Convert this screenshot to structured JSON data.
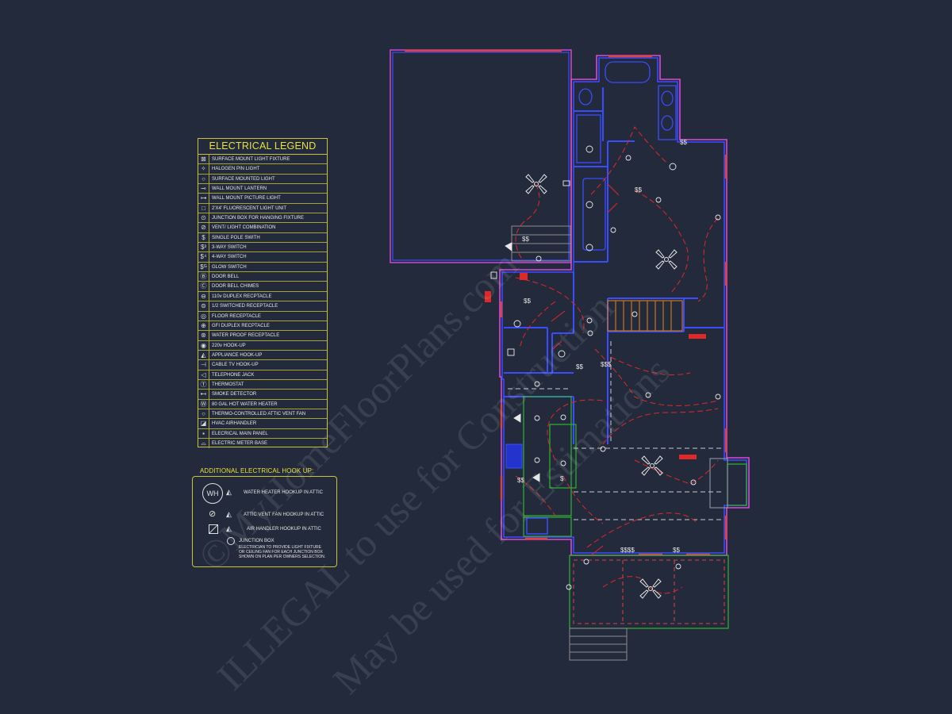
{
  "legend": {
    "title": "ELECTRICAL LEGEND",
    "items": [
      {
        "icon": "surface-mount-light-icon",
        "glyph": "⊠",
        "label": "SURFACE MOUNT LIGHT FIXTURE"
      },
      {
        "icon": "halogen-pin-light-icon",
        "glyph": "✧",
        "label": "HALOGEN PIN LIGHT"
      },
      {
        "icon": "surface-mounted-light-icon",
        "glyph": "○",
        "label": "SURFACE MOUNTED  LIGHT"
      },
      {
        "icon": "wall-mount-lantern-icon",
        "glyph": "⊸",
        "label": "WALL MOUNT LANTERN"
      },
      {
        "icon": "wall-mount-picture-light-icon",
        "glyph": "⊶",
        "label": "WALL MOUNT PICTURE LIGHT"
      },
      {
        "icon": "fluorescent-light-icon",
        "glyph": "□",
        "label": "2'X4' FLUORESCENT LIGHT UNIT"
      },
      {
        "icon": "junction-box-icon",
        "glyph": "⊙",
        "label": "JUNCTION BOX FOR HANGING FIXTURE"
      },
      {
        "icon": "vent-light-combination-icon",
        "glyph": "⊘",
        "label": "VENT/ LIGHT COMBINATION"
      },
      {
        "icon": "single-pole-switch-icon",
        "glyph": "$",
        "label": "SINGLE POLE SWITH"
      },
      {
        "icon": "three-way-switch-icon",
        "glyph": "$³",
        "label": "3-WAY SWITCH"
      },
      {
        "icon": "four-way-switch-icon",
        "glyph": "$⁴",
        "label": "4-WAY SWITCH"
      },
      {
        "icon": "glow-switch-icon",
        "glyph": "$ᴳ",
        "label": "GLOW SWITCH"
      },
      {
        "icon": "door-bell-icon",
        "glyph": "Ⓑ",
        "label": "DOOR BELL"
      },
      {
        "icon": "door-bell-chimes-icon",
        "glyph": "Ⓒ",
        "label": "DOOR BELL CHIMES"
      },
      {
        "icon": "duplex-receptacle-icon",
        "glyph": "⊖",
        "label": "110v DUPLEX RECPTACLE"
      },
      {
        "icon": "switched-receptacle-icon",
        "glyph": "⊜",
        "label": "1/2 SWITCHED RECEPTACLE"
      },
      {
        "icon": "floor-receptacle-icon",
        "glyph": "◎",
        "label": "FLOOR RECEPTACLE"
      },
      {
        "icon": "gfi-receptacle-icon",
        "glyph": "⊕",
        "label": "GFI DUPLEX RECPTACLE"
      },
      {
        "icon": "water-proof-receptacle-icon",
        "glyph": "⊛",
        "label": "WATER PROOF RECEPTACLE"
      },
      {
        "icon": "hook-up-220v-icon",
        "glyph": "◉",
        "label": "220v HOOK-UP"
      },
      {
        "icon": "appliance-hook-up-icon",
        "glyph": "◭",
        "label": "APPLIANCE HOOK-UP"
      },
      {
        "icon": "cable-tv-icon",
        "glyph": "⊣",
        "label": "CABLE TV HOOK-UP"
      },
      {
        "icon": "telephone-jack-icon",
        "glyph": "◁",
        "label": "TELEPHONE JACK"
      },
      {
        "icon": "thermostat-icon",
        "glyph": "Ⓣ",
        "label": "THERMOSTAT"
      },
      {
        "icon": "smoke-detector-icon",
        "glyph": "⊷",
        "label": "SMOKE DETECTOR"
      },
      {
        "icon": "hot-water-heater-icon",
        "glyph": "Ⓦ",
        "label": "80 GAL HOT WATER HEATER"
      },
      {
        "icon": "attic-vent-fan-icon",
        "glyph": "○",
        "label": "THERMO-CONTROLLED ATTIC VENT FAN"
      },
      {
        "icon": "hvac-airhandler-icon",
        "glyph": "◪",
        "label": "HVAC AIRHANDLER"
      },
      {
        "icon": "electrical-main-panel-icon",
        "glyph": "▪",
        "label": "ELECRICAL MAIN PANEL"
      },
      {
        "icon": "electric-meter-base-icon",
        "glyph": "⌓",
        "label": "ELECTRIC METER BASE"
      }
    ]
  },
  "additional": {
    "title": "ADDITIONAL ELECTRICAL HOOK UP:",
    "wh_symbol": "WH",
    "items": [
      {
        "icon": "water-heater-hookup-icon",
        "label": "WATER HEATER HOOKUP IN ATTIC"
      },
      {
        "icon": "attic-vent-fan-hookup-icon",
        "label": "ATTIC VENT FAN HOOKUP IN ATTIC"
      },
      {
        "icon": "air-handler-hookup-icon",
        "label": "AIR HANDLER HOOKUP IN ATTIC"
      }
    ],
    "junction_label": "JUNCTION BOX",
    "junction_note": [
      "ELECTRICIAN TO PROVIDE LIGHT FIXTURE",
      "OR CEILING FAN FOR EACH JUNCTION BOX",
      "SHOWN ON PLAN PER OWNERS SELECTION."
    ]
  },
  "watermarks": [
    "©MyHomeFloorPlans.com",
    "ILLEGAL to use for Construction",
    "May be used for Estimations"
  ],
  "colors": {
    "background": "#232a3b",
    "legend_yellow": "#e9e23c",
    "wall_blue": "#3a4cff",
    "wall_magenta": "#d94ad9",
    "circuit_red": "#e02828",
    "fixture_white": "#e8e8e8",
    "hvac_green": "#2fb52f",
    "stair_orange": "#c8781e"
  }
}
